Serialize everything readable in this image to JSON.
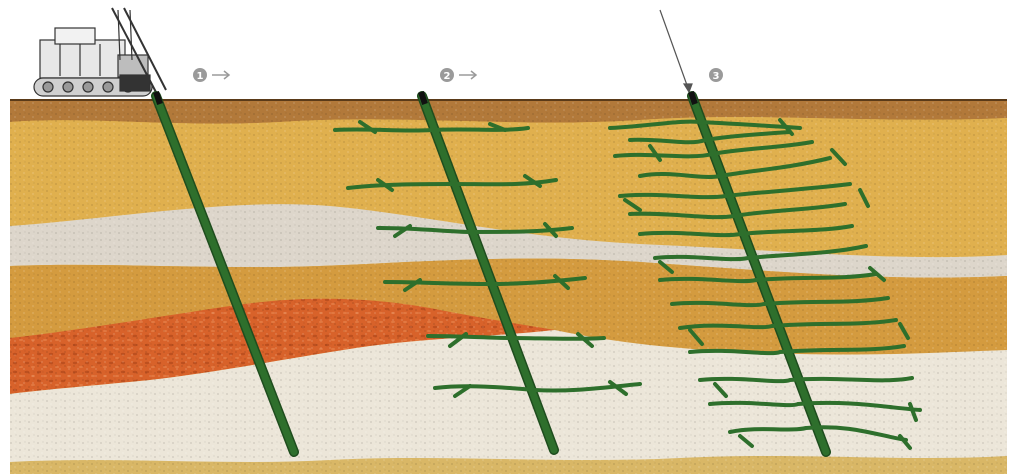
{
  "colors": {
    "sky": "#ffffff",
    "topsoil": "#b2793a",
    "sand_yellow": "#e0b04e",
    "clay_light": "#ddd6cb",
    "sand_ochre": "#d49b3f",
    "brick_layer": "#d8622a",
    "bottom_light": "#ece6d9",
    "bottom_gold": "#d9b766",
    "grout_green": "#2e6f2c",
    "grout_dark": "#1f4d1e",
    "marker_gray": "#9a9a9a"
  },
  "steps": [
    {
      "number": "1",
      "icon": "arrow-right-icon"
    },
    {
      "number": "2",
      "icon": "arrow-right-icon"
    },
    {
      "number": "3",
      "icon": ""
    }
  ],
  "drill_rig": {
    "icon": "drill-rig-icon"
  }
}
